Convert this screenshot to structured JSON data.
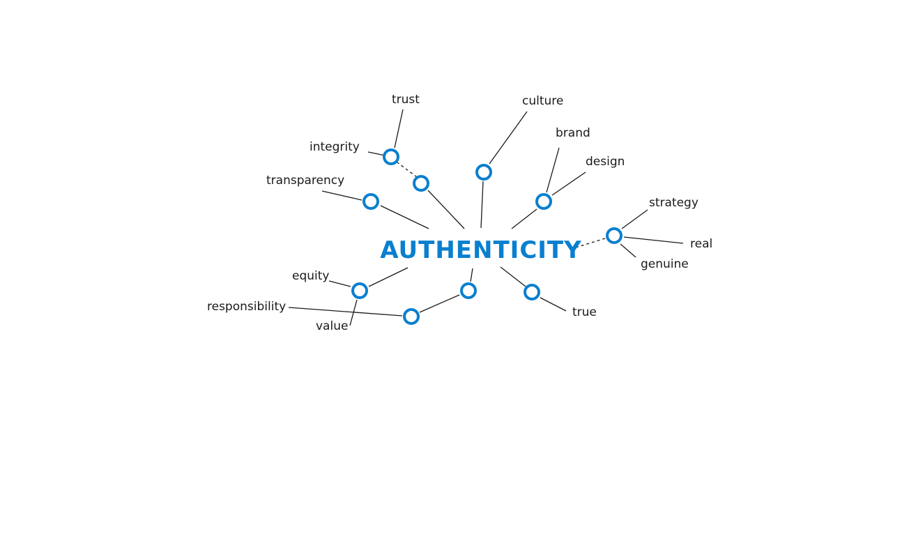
{
  "center": {
    "label": "AUTHENTICITY",
    "color": "#0a7fcf"
  },
  "words": {
    "trust": "trust",
    "integrity": "integrity",
    "transparency": "transparency",
    "culture": "culture",
    "brand": "brand",
    "design": "design",
    "strategy": "strategy",
    "real": "real",
    "genuine": "genuine",
    "true": "true",
    "equity": "equity",
    "responsibility": "responsibility",
    "value": "value"
  },
  "node_color": "#0a7fcf",
  "line_color": "#1a1a1a"
}
